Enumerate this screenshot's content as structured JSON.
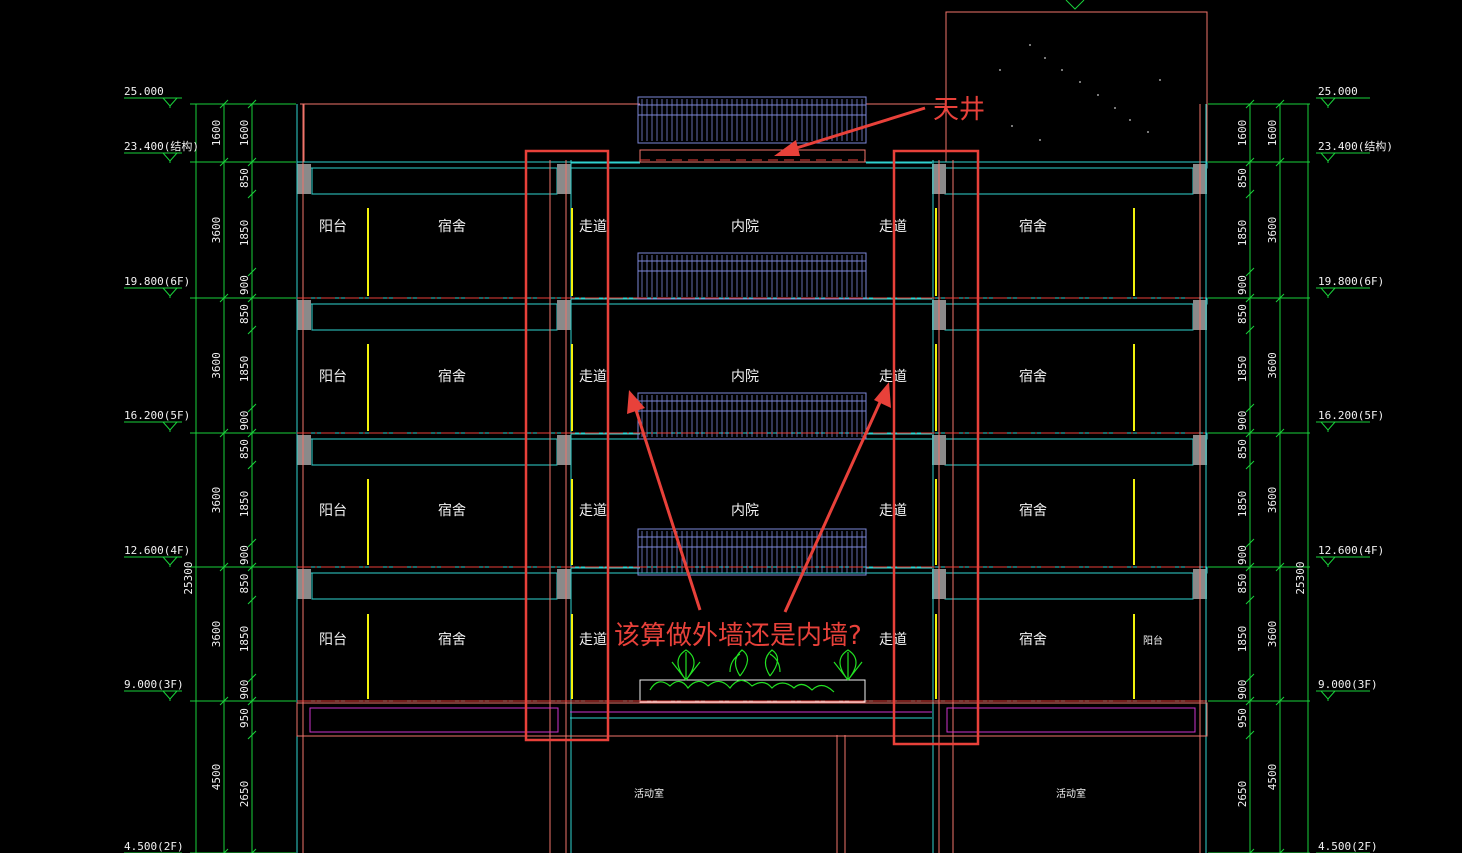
{
  "annotations": {
    "skylight_label": "天井",
    "question_label": "该算做外墙还是内墙?"
  },
  "elevations": {
    "left": [
      "25.000",
      "23.400(结构)",
      "19.800(6F)",
      "16.200(5F)",
      "12.600(4F)",
      "9.000(3F)",
      "4.500(2F)"
    ],
    "right": [
      "25.000",
      "23.400(结构)",
      "19.800(6F)",
      "16.200(5F)",
      "12.600(4F)",
      "9.000(3F)",
      "4.500(2F)"
    ]
  },
  "dimensions": {
    "sub_left": [
      "1600",
      "850",
      "1850",
      "900",
      "850",
      "1850",
      "900",
      "850",
      "1850",
      "900",
      "850",
      "1850",
      "900",
      "950",
      "2650"
    ],
    "main_left": [
      "1600",
      "3600",
      "3600",
      "3600",
      "3600",
      "4500"
    ],
    "total": "25300",
    "sub_right": [
      "1600",
      "850",
      "1850",
      "900",
      "850",
      "1850",
      "900",
      "850",
      "1850",
      "900",
      "850",
      "1850",
      "900",
      "950",
      "2650"
    ],
    "main_right": [
      "1600",
      "3600",
      "3600",
      "3600",
      "3600",
      "4500"
    ]
  },
  "rooms": {
    "balcony": "阳台",
    "dorm": "宿舍",
    "corridor": "走道",
    "courtyard": "内院",
    "activity": "活动室"
  },
  "colors": {
    "background": "#000000",
    "slab": "#2fd3cf",
    "wall": "#f0736a",
    "dimension": "#19d13a",
    "railing": "#7d87d9",
    "window": "#f2f20c",
    "highlight": "#e8413a",
    "magenta": "#cc33cc",
    "plant": "#22e022"
  }
}
